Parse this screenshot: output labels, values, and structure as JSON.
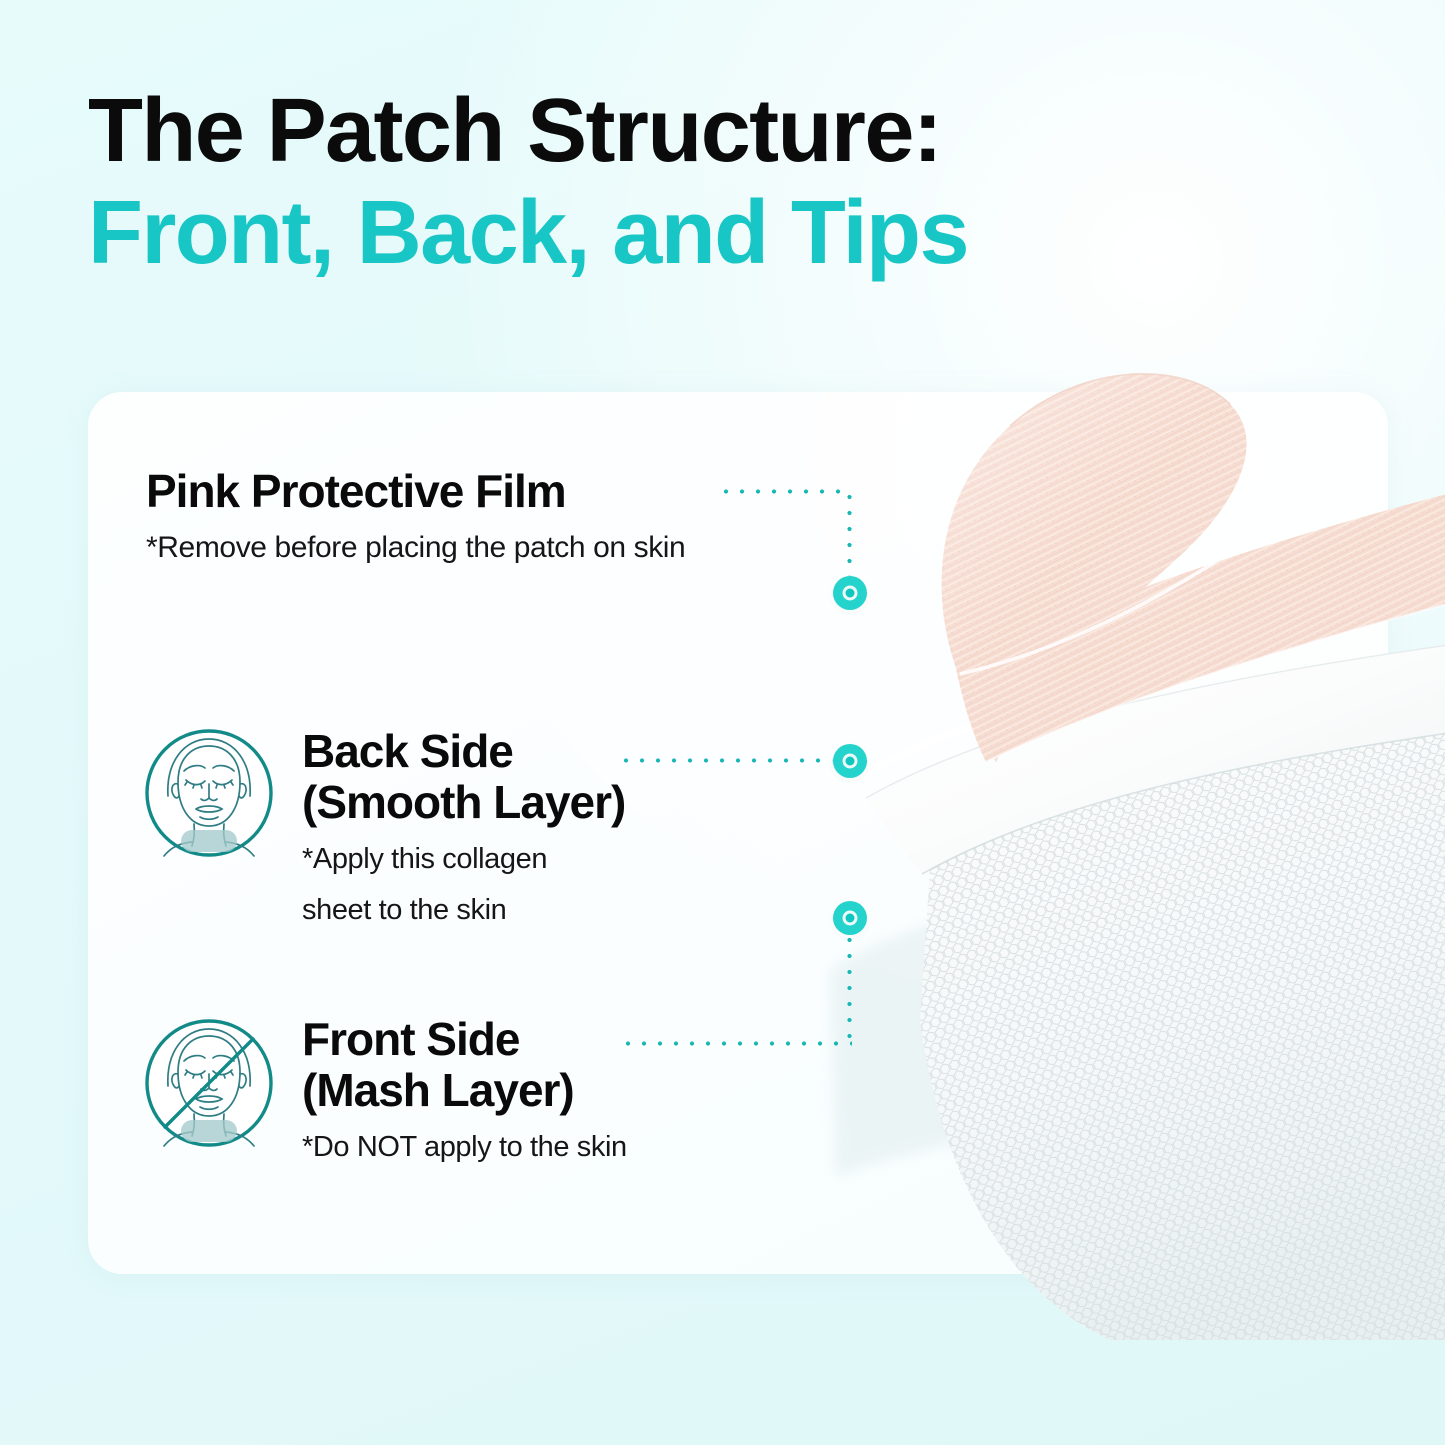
{
  "headline": {
    "line1": "The Patch Structure:",
    "line2": "Front, Back, and Tips"
  },
  "colors": {
    "accent_teal": "#19c6c6",
    "dot_teal": "#23d3cc",
    "connector_teal": "#16b8b4",
    "icon_outline": "#128a88",
    "page_background": "#e4fafa",
    "card_background": "#fbfeff",
    "pink_film": "#f7ddd2",
    "heading_black": "#0a0a0a"
  },
  "callouts": [
    {
      "id": "pink-protective-film",
      "heading": "Pink Protective Film",
      "note": "*Remove before placing the patch on skin",
      "has_icon": false
    },
    {
      "id": "back-side",
      "heading_line1": "Back Side",
      "heading_line2": "(Smooth Layer)",
      "note_line1": "*Apply this collagen",
      "note_line2": "sheet to the skin",
      "has_icon": true,
      "icon": "face-neck-patch-allowed-icon"
    },
    {
      "id": "front-side",
      "heading_line1": "Front Side",
      "heading_line2": "(Mash Layer)",
      "note": "*Do NOT apply to the skin",
      "has_icon": true,
      "icon": "face-neck-patch-prohibited-icon"
    }
  ],
  "product_image": {
    "alt": "neck collagen patch with pink protective film peeling back",
    "layers": [
      {
        "name": "pink-protective-film",
        "color": "#f7ddd2"
      },
      {
        "name": "smooth-collagen-layer",
        "color": "#fdfdfd"
      },
      {
        "name": "mesh-layer",
        "color": "#f4f6f6"
      }
    ]
  }
}
